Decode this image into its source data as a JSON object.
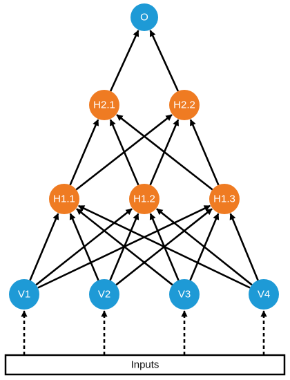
{
  "diagram": {
    "output_layer": [
      {
        "id": "O",
        "label": "O"
      }
    ],
    "hidden_layer_2": [
      {
        "id": "H2.1",
        "label": "H2.1"
      },
      {
        "id": "H2.2",
        "label": "H2.2"
      }
    ],
    "hidden_layer_1": [
      {
        "id": "H1.1",
        "label": "H1.1"
      },
      {
        "id": "H1.2",
        "label": "H1.2"
      },
      {
        "id": "H1.3",
        "label": "H1.3"
      }
    ],
    "input_layer": [
      {
        "id": "V1",
        "label": "V1"
      },
      {
        "id": "V2",
        "label": "V2"
      },
      {
        "id": "V3",
        "label": "V3"
      },
      {
        "id": "V4",
        "label": "V4"
      }
    ],
    "inputs_box": {
      "label": "Inputs"
    },
    "colors": {
      "input_and_output_node": "#1e9ad6",
      "hidden_node": "#ef7b22",
      "edge": "#000000",
      "node_label": "#ffffff"
    }
  }
}
